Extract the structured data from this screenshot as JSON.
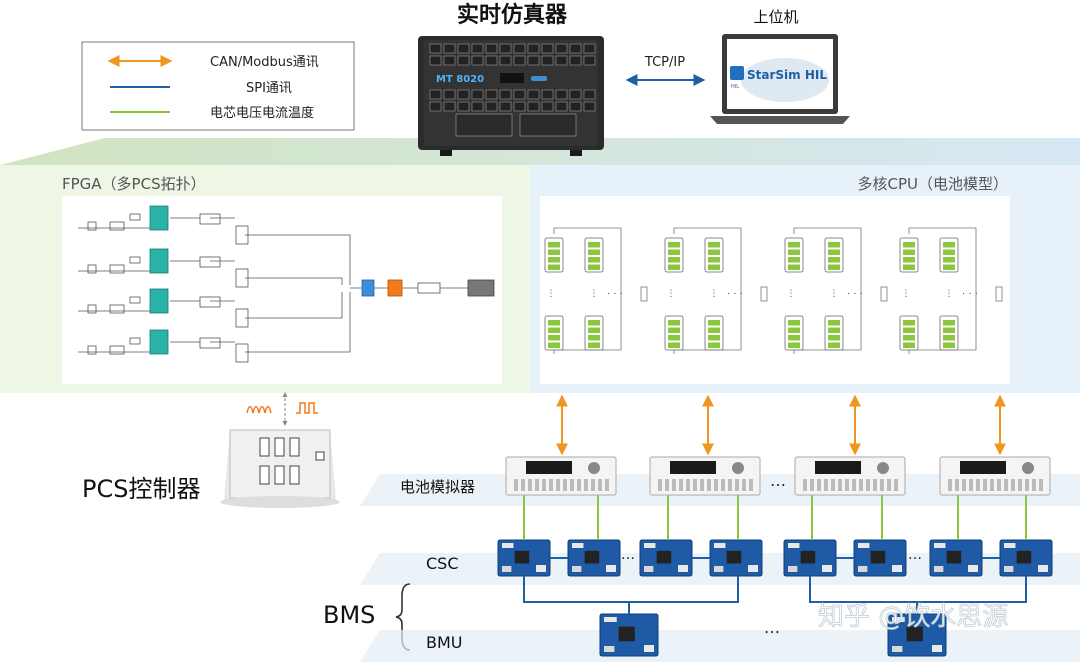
{
  "title": "实时仿真器",
  "simulator_model": "MT 8020",
  "host": {
    "label": "上位机",
    "software": "StarSim HIL",
    "sub": "HIL"
  },
  "link_label": "TCP/IP",
  "legend": [
    {
      "label": "CAN/Modbus通讯",
      "color": "#f0961e"
    },
    {
      "label": "SPI通讯",
      "color": "#1f5fa6"
    },
    {
      "label": "电芯电压电流温度",
      "color": "#8cc63f"
    }
  ],
  "fpga_panel": {
    "title": "FPGA（多PCS拓扑）"
  },
  "cpu_panel": {
    "title": "多核CPU（电池模型）"
  },
  "pcs_label": "PCS控制器",
  "battery_sim_label": "电池模拟器",
  "csc_label": "CSC",
  "bms_label": "BMS",
  "bmu_label": "BMU",
  "ellipsis": "…",
  "ellipsis_cpu": "· · ·",
  "watermark": "知乎 @饮水思源",
  "colors": {
    "orange": "#f0961e",
    "blue": "#1f5fa6",
    "green": "#8cc63f",
    "panel_green": "#eef5e3",
    "panel_blue": "#e6f0f8"
  }
}
